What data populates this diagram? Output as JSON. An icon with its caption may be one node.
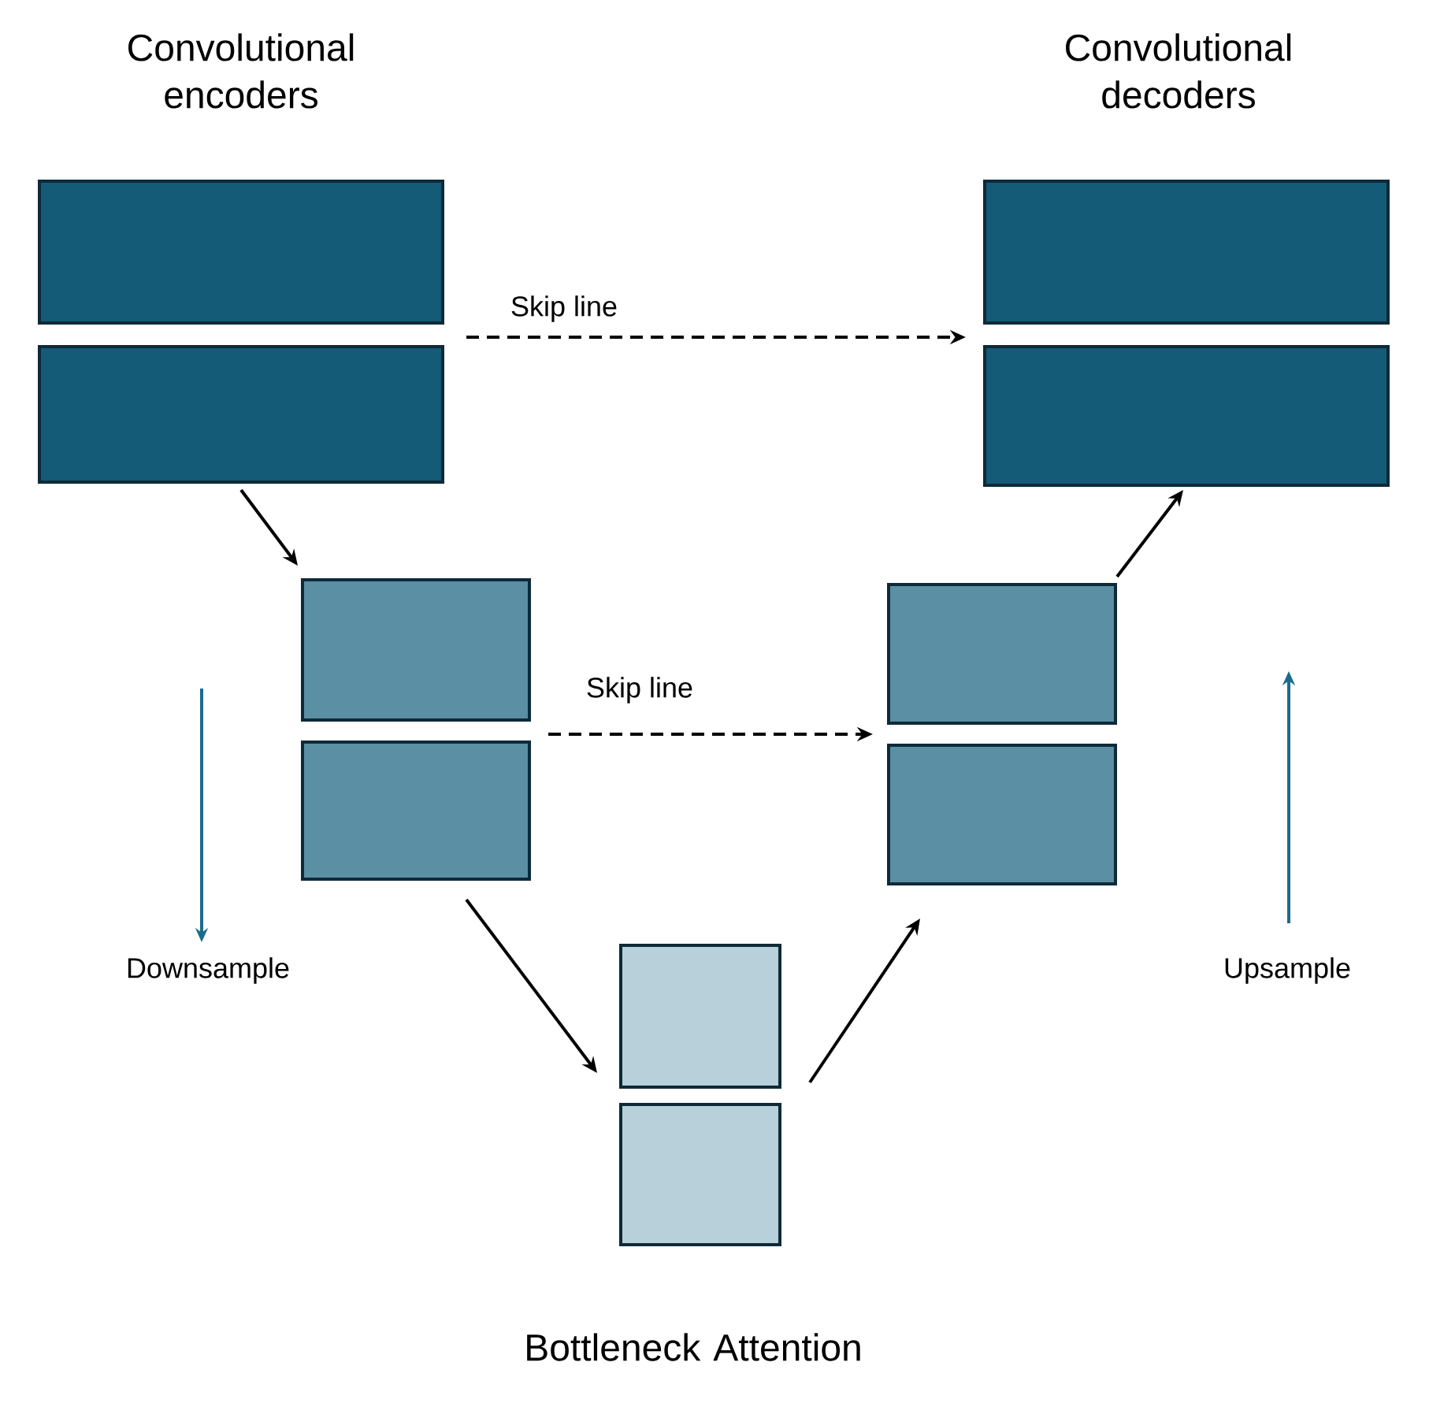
{
  "diagram": {
    "nodes": [
      {
        "text": [],
        "shape": "box",
        "beside": [
          "Convolutional encoders"
        ]
      },
      {
        "text": [],
        "shape": "box"
      },
      {
        "text": [],
        "shape": "box",
        "beside": [
          "Convolutional decoders"
        ]
      },
      {
        "text": [],
        "shape": "box"
      },
      {
        "text": [],
        "shape": "box"
      },
      {
        "text": [],
        "shape": "box"
      },
      {
        "text": [],
        "shape": "box"
      },
      {
        "text": [],
        "shape": "box"
      },
      {
        "text": [],
        "shape": "box"
      },
      {
        "text": [],
        "shape": "box",
        "beside": [
          "Bottleneck Attention"
        ]
      }
    ],
    "edges": [
      {
        "from": 1,
        "to": 4,
        "arrow": "to"
      },
      {
        "from": 5,
        "to": 8,
        "arrow": "to"
      },
      {
        "from": 8,
        "to": 7,
        "arrow": "to"
      },
      {
        "from": 6,
        "to": 3,
        "arrow": "to"
      },
      {
        "from": 1,
        "to": 3,
        "arrow": "to",
        "style": "dashed",
        "label": "Skip line"
      },
      {
        "from": 5,
        "to": 7,
        "arrow": "to",
        "style": "dashed",
        "label": "Skip line"
      }
    ],
    "labels": [
      "Downsample",
      "Upsample"
    ]
  }
}
